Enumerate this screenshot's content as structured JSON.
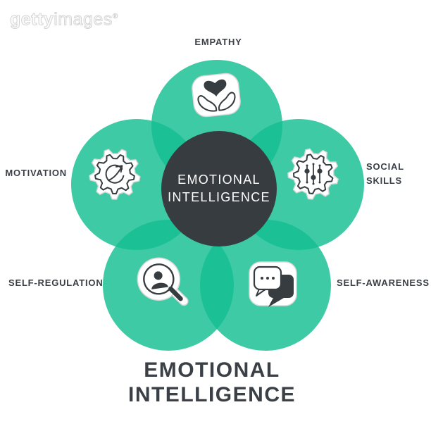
{
  "watermark": {
    "brand_bold": "getty",
    "brand_light": "images",
    "registered": "®"
  },
  "diagram": {
    "center_circle": {
      "line1": "EMOTIONAL",
      "line2": "INTELLIGENCE"
    },
    "petals": [
      {
        "label": "EMPATHY",
        "icon": "heart-in-hands-icon",
        "position": "top"
      },
      {
        "label": "SOCIAL SKILLS",
        "icon": "gear-sliders-icon",
        "position": "right"
      },
      {
        "label": "SELF-AWARENESS",
        "icon": "speech-bubbles-icon",
        "position": "bottom-right"
      },
      {
        "label": "SELF-REGULATION",
        "icon": "magnifier-person-icon",
        "position": "bottom-left"
      },
      {
        "label": "MOTIVATION",
        "icon": "gear-growth-arrow-icon",
        "position": "left"
      }
    ],
    "colors": {
      "petal_base": "#14BE91",
      "petal_single": "#3EC9A4",
      "petal_overlap": "#1CC094",
      "center_circle": "#373C41",
      "icon_dark": "#373C41",
      "label_text": "#3A4046",
      "sticker_border": "#D9D9D9",
      "background": "#FFFFFF"
    }
  },
  "title": {
    "line1": "EMOTIONAL",
    "line2": "INTELLIGENCE"
  }
}
